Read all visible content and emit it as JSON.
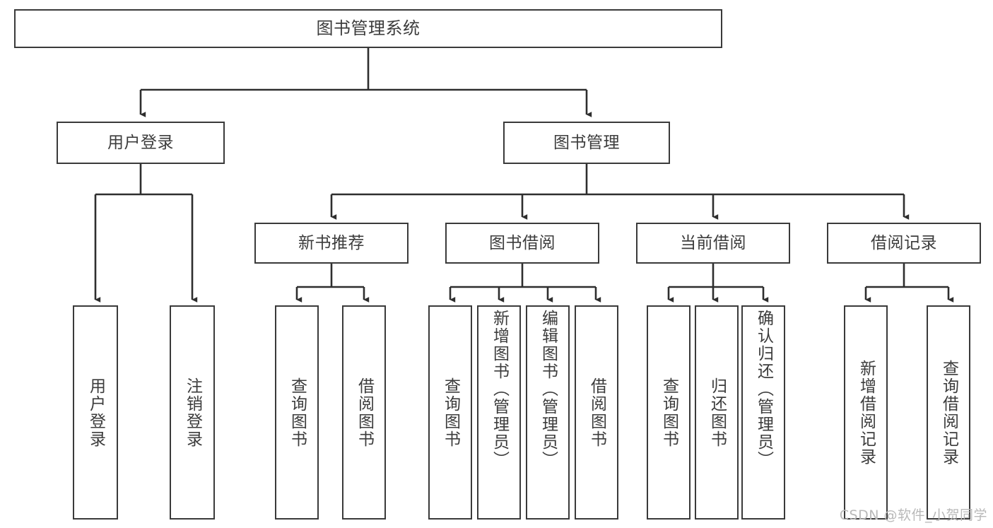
{
  "diagram": {
    "type": "tree",
    "title": "图书管理系统",
    "root": {
      "id": "root",
      "label": "图书管理系统"
    },
    "level1": [
      {
        "id": "user-login",
        "label": "用户登录"
      },
      {
        "id": "book-manage",
        "label": "图书管理"
      }
    ],
    "level2": [
      {
        "id": "new-book-rec",
        "label": "新书推荐",
        "parent": "book-manage"
      },
      {
        "id": "book-borrow",
        "label": "图书借阅",
        "parent": "book-manage"
      },
      {
        "id": "current-borrow",
        "label": "当前借阅",
        "parent": "book-manage"
      },
      {
        "id": "borrow-record",
        "label": "借阅记录",
        "parent": "book-manage"
      }
    ],
    "leaves": {
      "user-login": [
        {
          "id": "leaf-user-login",
          "label": "用户登录"
        },
        {
          "id": "leaf-logout",
          "label": "注销登录"
        }
      ],
      "new-book-rec": [
        {
          "id": "leaf-query-book-1",
          "label": "查询图书"
        },
        {
          "id": "leaf-borrow-book-1",
          "label": "借阅图书"
        }
      ],
      "book-borrow": [
        {
          "id": "leaf-query-book-2",
          "label": "查询图书"
        },
        {
          "id": "leaf-add-book",
          "label": "新增图书（管理员）"
        },
        {
          "id": "leaf-edit-book",
          "label": "编辑图书（管理员）"
        },
        {
          "id": "leaf-borrow-book-2",
          "label": "借阅图书"
        }
      ],
      "current-borrow": [
        {
          "id": "leaf-query-book-3",
          "label": "查询图书"
        },
        {
          "id": "leaf-return-book",
          "label": "归还图书"
        },
        {
          "id": "leaf-confirm-return",
          "label": "确认归还（管理员）"
        }
      ],
      "borrow-record": [
        {
          "id": "leaf-add-record",
          "label": "新增借阅记录"
        },
        {
          "id": "leaf-query-record",
          "label": "查询借阅记录"
        }
      ]
    },
    "colors": {
      "border": "#3a3a3a",
      "text": "#3c3c3c",
      "background": "#ffffff",
      "watermark": "#b9b9b9"
    }
  },
  "watermark": {
    "text": "CSDN @软件_小贺同学"
  }
}
